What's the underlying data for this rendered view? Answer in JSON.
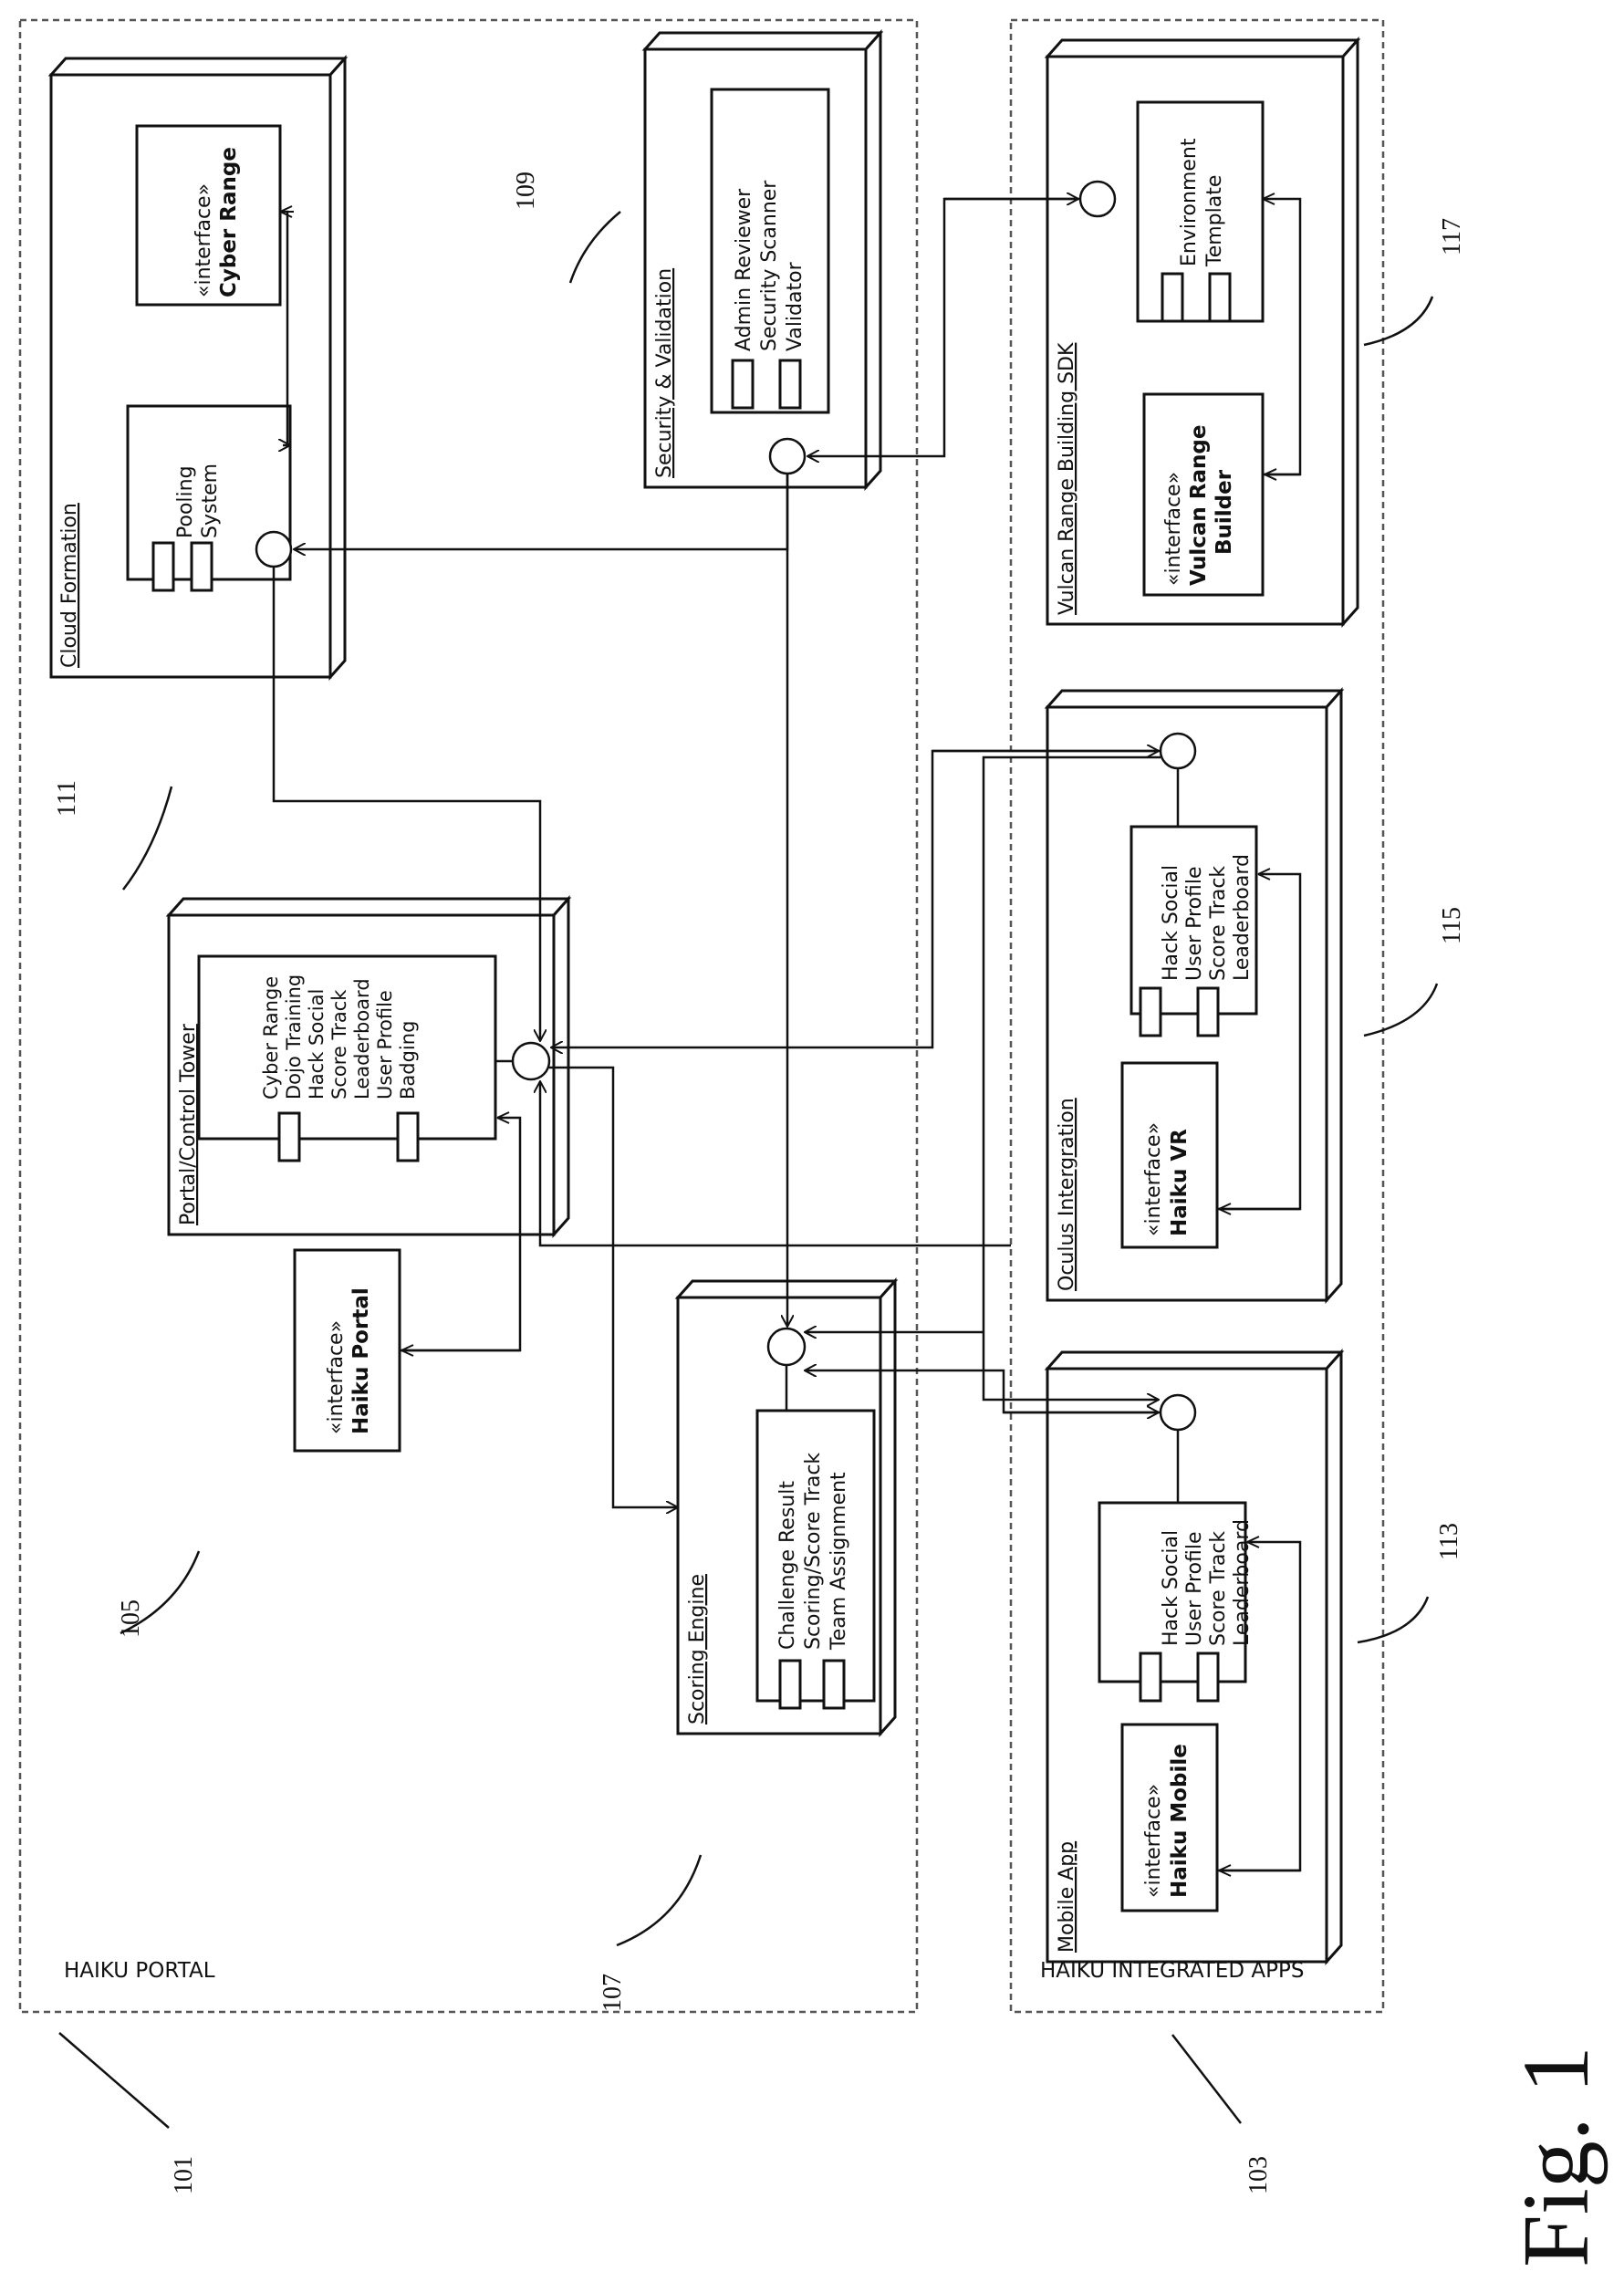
{
  "figure_label": "Fig. 1",
  "groups": {
    "haiku_portal": {
      "label": "HAIKU PORTAL",
      "ref": "101"
    },
    "haiku_integrated_apps": {
      "label": "HAIKU INTEGRATED APPS",
      "ref": "103"
    }
  },
  "nodes": {
    "portal_control_tower": {
      "title": "Portal/Control Tower",
      "ref": "105",
      "interface_stereotype": "«interface»",
      "interface_name": "Haiku Portal",
      "component_lines": [
        "Cyber Range",
        "Dojo Training",
        "Hack Social",
        "Score Track",
        "Leaderboard",
        "User Profile",
        "Badging"
      ]
    },
    "scoring_engine": {
      "title": "Scoring Engine",
      "ref": "107",
      "component_lines": [
        "Challenge Result",
        "Scoring/Score Track",
        "Team Assignment"
      ]
    },
    "security_validation": {
      "title": "Security & Validation",
      "ref": "109",
      "component_lines": [
        "Admin Reviewer",
        "Security Scanner",
        "Validator"
      ]
    },
    "cloud_formation": {
      "title": "Cloud Formation",
      "ref": "111",
      "pooling_lines": [
        "Pooling",
        "System"
      ],
      "interface_stereotype": "«interface»",
      "interface_name": "Cyber Range"
    },
    "mobile_app": {
      "title": "Mobile App",
      "ref": "113",
      "interface_stereotype": "«interface»",
      "interface_name": "Haiku Mobile",
      "component_lines": [
        "Hack Social",
        "User Profile",
        "Score Track",
        "Leaderboard"
      ]
    },
    "oculus_integration": {
      "title": "Oculus Intergration",
      "ref": "115",
      "interface_stereotype": "«interface»",
      "interface_name": "Haiku VR",
      "component_lines": [
        "Hack Social",
        "User Profile",
        "Score Track",
        "Leaderboard"
      ]
    },
    "vulcan_sdk": {
      "title": "Vulcan Range Building SDK",
      "ref": "117",
      "interface_stereotype": "«interface»",
      "interface_name_lines": [
        "Vulcan Range",
        "Builder"
      ],
      "env_lines": [
        "Environment",
        "Template"
      ]
    }
  }
}
